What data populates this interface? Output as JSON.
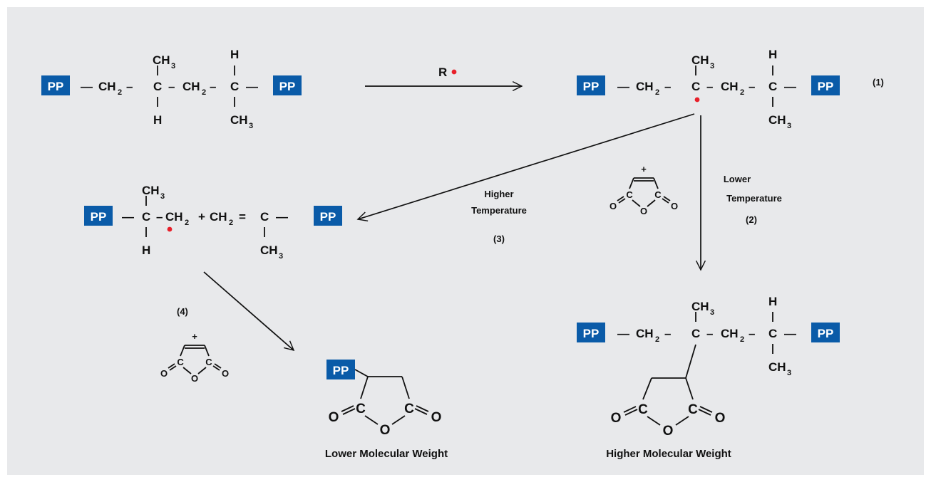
{
  "colors": {
    "background": "#e8e9eb",
    "pp_box": "#0a5ba8",
    "radical_dot": "#e8202a",
    "ink": "#111111"
  },
  "labels": {
    "pp": "PP",
    "radical": "R",
    "ch3": "CH",
    "ch2": "CH",
    "three": "3",
    "two": "2",
    "c": "C",
    "h": "H",
    "o": "O",
    "dash": "–",
    "long_bond": "—",
    "plus": "+",
    "equals": "=",
    "step1": "(1)",
    "step2": "(2)",
    "step3": "(3)",
    "step4": "(4)",
    "lower": "Lower",
    "higher": "Higher",
    "temperature": "Temperature",
    "lower_mw": "Lower Molecular Weight",
    "higher_mw": "Higher Molecular Weight"
  }
}
